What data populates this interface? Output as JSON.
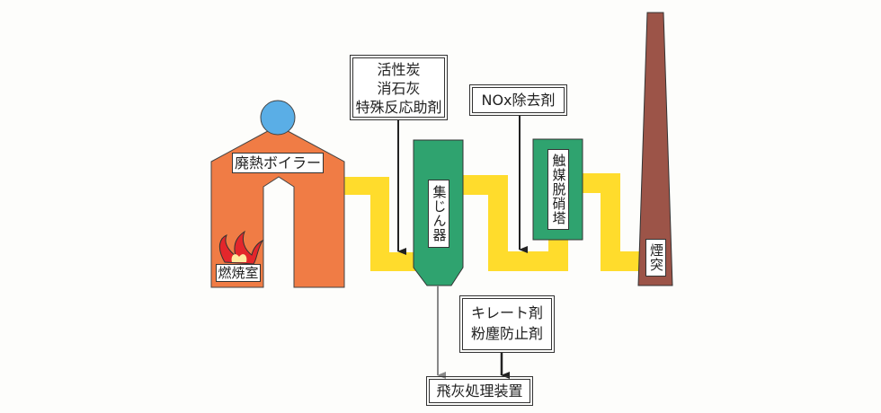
{
  "colors": {
    "boiler": "#f07c45",
    "dome": "#5aaee6",
    "duct": "#ffdc2c",
    "equipment": "#2fa36f",
    "chimney": "#9c5448",
    "flame": "#e3262b"
  },
  "boiler": {
    "label": "廃熱ボイラー",
    "combustion_label": "燃焼室"
  },
  "collector": {
    "label": "集じん器"
  },
  "reagents": {
    "line1": "活性炭",
    "line2": "消石灰",
    "line3": "特殊反応助剤"
  },
  "nox": {
    "label": "NOx除去剤"
  },
  "catalyst": {
    "label": "触媒脱硝塔"
  },
  "chimney": {
    "label": "煙突"
  },
  "chelate": {
    "line1": "キレート剤",
    "line2": "粉塵防止剤"
  },
  "fly_ash": {
    "label": "飛灰処理装置"
  }
}
